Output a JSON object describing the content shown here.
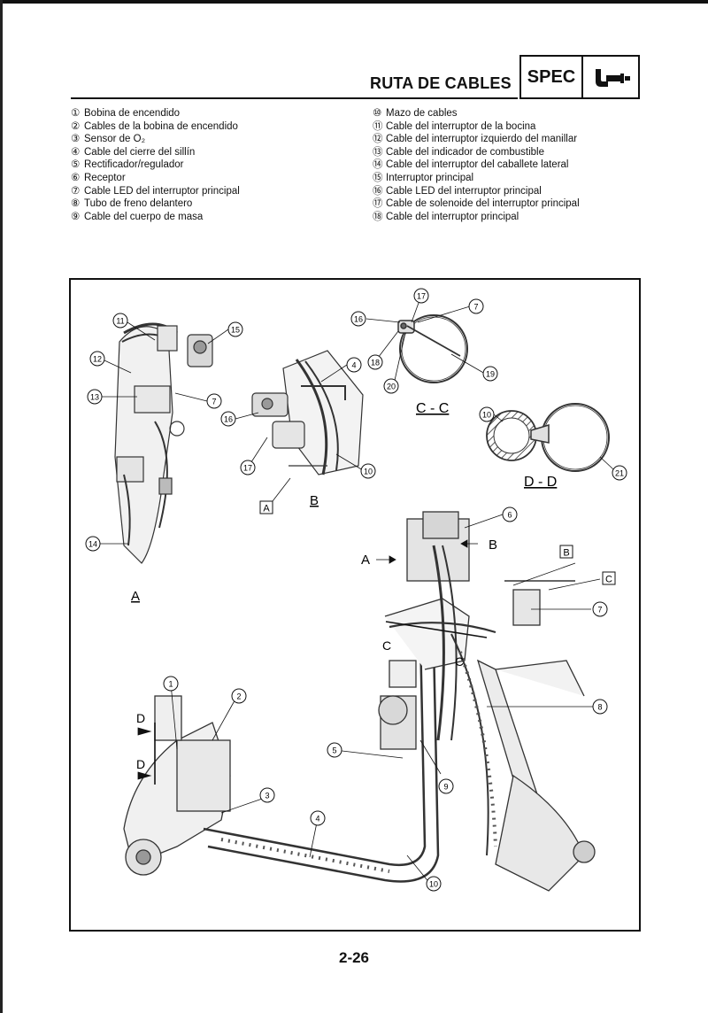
{
  "header": {
    "title": "RUTA DE CABLES",
    "spec_label": "SPEC",
    "tool_icon": "wrench-icon"
  },
  "legend_left": [
    {
      "num": "①",
      "text": "Bobina de encendido"
    },
    {
      "num": "②",
      "text": "Cables de la bobina de encendido"
    },
    {
      "num": "③",
      "text": "Sensor de O₂"
    },
    {
      "num": "④",
      "text": "Cable del cierre del sillín"
    },
    {
      "num": "⑤",
      "text": "Rectificador/regulador"
    },
    {
      "num": "⑥",
      "text": "Receptor"
    },
    {
      "num": "⑦",
      "text": "Cable LED del interruptor principal"
    },
    {
      "num": "⑧",
      "text": "Tubo de freno delantero"
    },
    {
      "num": "⑨",
      "text": "Cable del cuerpo de masa"
    }
  ],
  "legend_right": [
    {
      "num": "⑩",
      "text": "Mazo de cables"
    },
    {
      "num": "⑪",
      "text": "Cable del interruptor de la bocina"
    },
    {
      "num": "⑫",
      "text": "Cable del interruptor izquierdo del manillar"
    },
    {
      "num": "⑬",
      "text": "Cable del indicador de combustible"
    },
    {
      "num": "⑭",
      "text": "Cable del interruptor del caballete lateral"
    },
    {
      "num": "⑮",
      "text": "Interruptor principal"
    },
    {
      "num": "⑯",
      "text": "Cable LED del interruptor principal"
    },
    {
      "num": "⑰",
      "text": "Cable de solenoide del interruptor principal"
    },
    {
      "num": "⑱",
      "text": "Cable del interruptor principal"
    }
  ],
  "diagram": {
    "callouts": {
      "c1": "1",
      "c2": "2",
      "c3": "3",
      "c4a": "4",
      "c4b": "4",
      "c5": "5",
      "c6": "6",
      "c7a": "7",
      "c7b": "7",
      "c7c": "7",
      "c8": "8",
      "c9": "9",
      "c10a": "10",
      "c10b": "10",
      "c10c": "10",
      "c11": "11",
      "c12": "12",
      "c13": "13",
      "c14": "14",
      "c15": "15",
      "c16a": "16",
      "c16b": "16",
      "c17a": "17",
      "c17b": "17",
      "c18": "18",
      "c19": "19",
      "c20": "20",
      "c21": "21"
    },
    "labels": {
      "view_a": "A",
      "box_a": "A",
      "view_b": "B",
      "section_cc": "C - C",
      "section_dd": "D - D",
      "arrow_a": "A",
      "arrow_b": "B",
      "box_b": "B",
      "box_c": "C",
      "cut_c1": "C",
      "cut_c2": "C",
      "cut_d1": "D",
      "cut_d2": "D"
    }
  },
  "footer": {
    "page_number": "2-26"
  }
}
